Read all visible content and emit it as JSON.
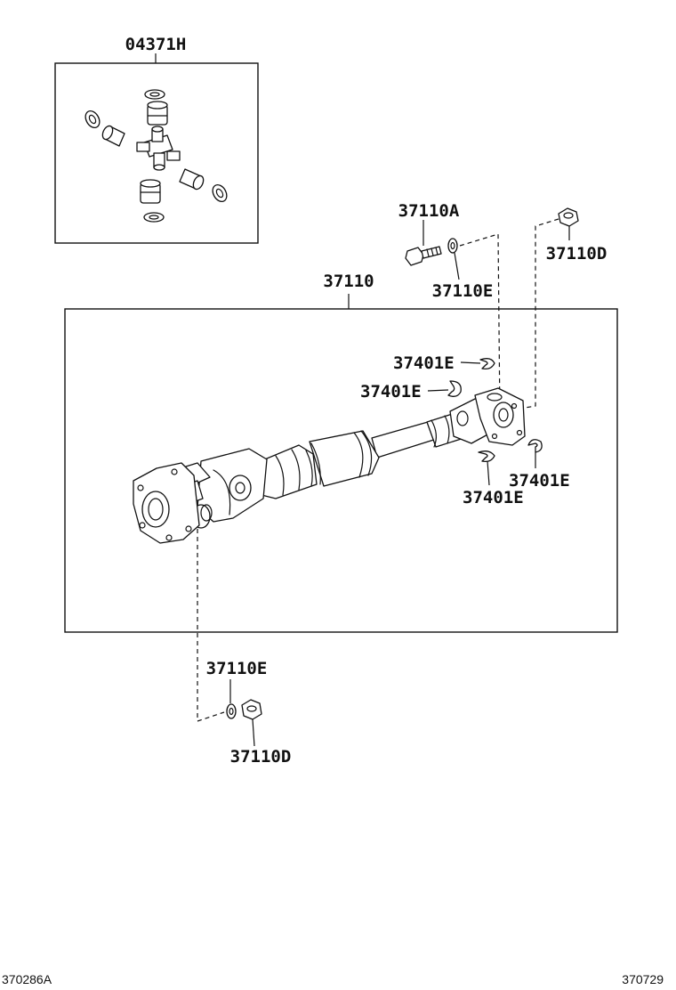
{
  "labels": {
    "kit": "04371H",
    "bolt_top": "37110A",
    "nut_top": "37110D",
    "washer_top": "37110E",
    "shaft": "37110",
    "clip_1": "37401E",
    "clip_2": "37401E",
    "clip_3": "37401E",
    "clip_4": "37401E",
    "washer_bottom": "37110E",
    "nut_bottom": "37110D"
  },
  "footer": {
    "left_code": "370286A",
    "right_code": "370729"
  },
  "colors": {
    "ink": "#111111",
    "paper": "#ffffff"
  }
}
